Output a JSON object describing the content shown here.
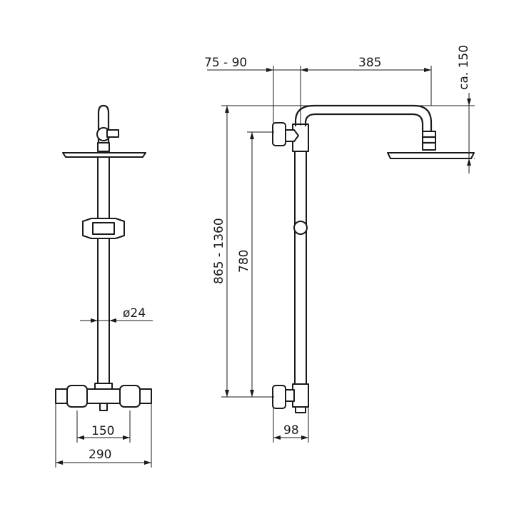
{
  "dimensions": {
    "arm_offset": "75 - 90",
    "arm_length": "385",
    "head_drop": "ca. 150",
    "total_height": "865 - 1360",
    "bar_height": "780",
    "pipe_diameter": "ø24",
    "inlet_spacing": "150",
    "valve_width": "290",
    "wall_depth": "98"
  }
}
